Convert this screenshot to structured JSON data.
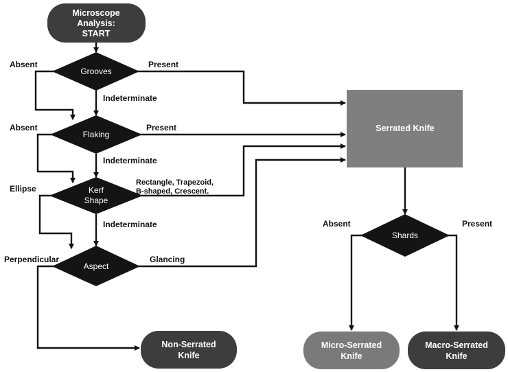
{
  "nodes": {
    "start_line1": "Microscope",
    "start_line2": "Analysis:",
    "start_line3": "START",
    "grooves": "Grooves",
    "flaking": "Flaking",
    "kerf_line1": "Kerf",
    "kerf_line2": "Shape",
    "aspect": "Aspect",
    "serrated_knife": "Serrated Knife",
    "shards": "Shards",
    "non_serrated_line1": "Non-Serrated",
    "non_serrated_line2": "Knife",
    "micro_line1": "Micro-Serrated",
    "micro_line2": "Knife",
    "macro_line1": "Macro-Serrated",
    "macro_line2": "Knife"
  },
  "edges": {
    "grooves_absent": "Absent",
    "grooves_present": "Present",
    "grooves_indeterminate": "Indeterminate",
    "flaking_absent": "Absent",
    "flaking_present": "Present",
    "flaking_indeterminate": "Indeterminate",
    "kerf_ellipse": "Ellipse",
    "kerf_shapes_line1": "Rectangle, Trapezoid,",
    "kerf_shapes_line2": "B-shaped, Crescent.",
    "kerf_indeterminate": "Indeterminate",
    "aspect_perpendicular": "Perpendicular",
    "aspect_glancing": "Glancing",
    "shards_absent": "Absent",
    "shards_present": "Present"
  },
  "colors": {
    "terminal_dark": "#3d3d3d",
    "decision": "#141414",
    "serrated_box": "#7f7f7f",
    "micro_terminal": "#7a7a7a",
    "line": "#111111"
  }
}
